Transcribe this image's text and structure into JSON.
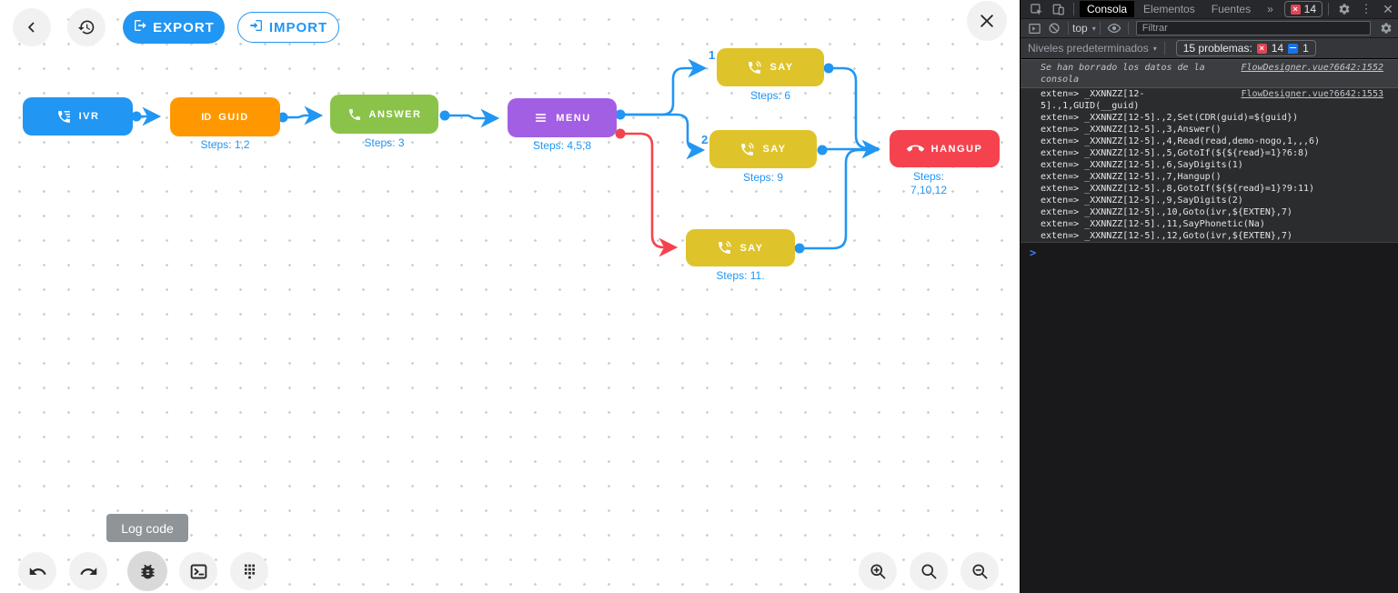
{
  "canvas": {
    "toolbar": {
      "export_label": "EXPORT",
      "import_label": "IMPORT"
    },
    "tooltip": "Log code",
    "nodes": [
      {
        "type": "ivr",
        "label": "IVR"
      },
      {
        "type": "guid",
        "label": "GUID",
        "icon_text": "ID",
        "steps": "Steps: 1,2"
      },
      {
        "type": "answer",
        "label": "ANSWER",
        "steps": "Steps: 3"
      },
      {
        "type": "menu",
        "label": "MENU",
        "steps": "Steps: 4,5,8"
      },
      {
        "type": "say",
        "label": "SAY",
        "steps": "Steps: 6"
      },
      {
        "type": "say",
        "label": "SAY",
        "steps": "Steps: 9"
      },
      {
        "type": "say",
        "label": "SAY",
        "steps": "Steps: 11."
      },
      {
        "type": "hangup",
        "label": "HANGUP",
        "steps": "Steps: 7,10,12"
      }
    ],
    "edge_labels": {
      "branch1": "1",
      "branch2": "2"
    },
    "colors": {
      "ivr": "#2196F3",
      "guid": "#FF9800",
      "answer": "#8BC34A",
      "menu": "#A35FE3",
      "say": "#DFC32A",
      "hangup": "#F4434F",
      "edge_blue": "#2196F3",
      "edge_red": "#F4434F",
      "steps_text": "#2196F3"
    }
  },
  "devtools": {
    "tabs": [
      "Consola",
      "Elementos",
      "Fuentes"
    ],
    "more_tabs_icon": "»",
    "error_badge_count": "14",
    "context_label": "top",
    "filter_placeholder": "Filtrar",
    "levels_label": "Niveles predeterminados",
    "problems": {
      "label": "15 problemas:",
      "errors": "14",
      "issues": "1"
    },
    "messages": [
      {
        "type": "info",
        "text": "Se han borrado los datos de la consola",
        "link": "FlowDesigner.vue?6642:1552"
      },
      {
        "type": "log",
        "text": "exten=> _XXNNZZ[12-5].,1,GUID(__guid)",
        "link": "FlowDesigner.vue?6642:1553"
      },
      {
        "type": "log",
        "text": "exten=> _XXNNZZ[12-5].,2,Set(CDR(guid)=${guid})"
      },
      {
        "type": "log",
        "text": "exten=> _XXNNZZ[12-5].,3,Answer()"
      },
      {
        "type": "log",
        "text": "exten=> _XXNNZZ[12-5].,4,Read(read,demo-nogo,1,,,6)"
      },
      {
        "type": "log",
        "text": "exten=> _XXNNZZ[12-5].,5,GotoIf(${${read}=1}?6:8)"
      },
      {
        "type": "log",
        "text": "exten=> _XXNNZZ[12-5].,6,SayDigits(1)"
      },
      {
        "type": "log",
        "text": "exten=> _XXNNZZ[12-5].,7,Hangup()"
      },
      {
        "type": "log",
        "text": "exten=> _XXNNZZ[12-5].,8,GotoIf(${${read}=1}?9:11)"
      },
      {
        "type": "log",
        "text": "exten=> _XXNNZZ[12-5].,9,SayDigits(2)"
      },
      {
        "type": "log",
        "text": "exten=> _XXNNZZ[12-5].,10,Goto(ivr,${EXTEN},7)"
      },
      {
        "type": "log",
        "text": "exten=> _XXNNZZ[12-5].,11,SayPhonetic(Na)"
      },
      {
        "type": "log",
        "text": "exten=> _XXNNZZ[12-5].,12,Goto(ivr,${EXTEN},7)"
      }
    ]
  }
}
